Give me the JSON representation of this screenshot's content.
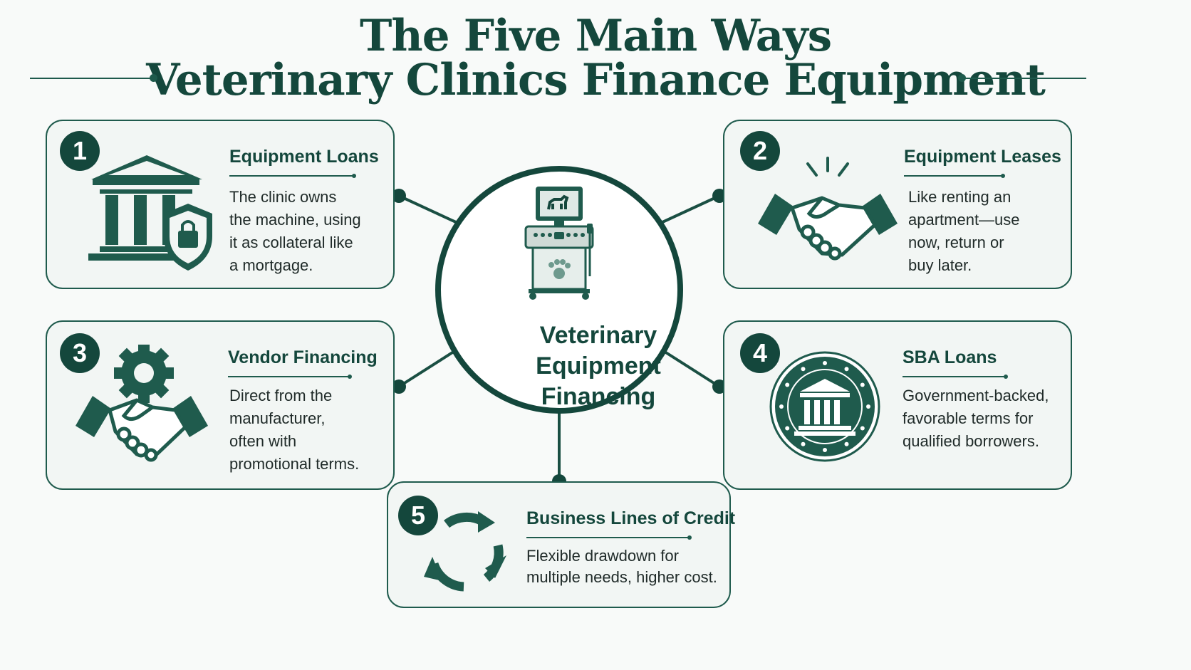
{
  "title": {
    "line1": "The Five Main Ways",
    "line2": "Veterinary Clinics Finance Equipment"
  },
  "center": {
    "label": "Veterinary\nEquipment\nFinancing",
    "icon": "ultrasound-machine-icon"
  },
  "cards": [
    {
      "number": "1",
      "title": "Equipment Loans",
      "description": "The clinic owns\nthe machine, using\nit as collateral like\na mortgage.",
      "icon": "bank-with-lock-shield-icon"
    },
    {
      "number": "2",
      "title": "Equipment Leases",
      "description": "Like renting an\napartment—use\nnow, return or\nbuy later.",
      "icon": "handshake-icon"
    },
    {
      "number": "3",
      "title": "Vendor Financing",
      "description": "Direct from the\nmanufacturer,\noften with\npromotional terms.",
      "icon": "gear-handshake-icon"
    },
    {
      "number": "4",
      "title": "SBA Loans",
      "description": "Government-backed,\nfavorable terms for\nqualified borrowers.",
      "icon": "government-seal-icon"
    },
    {
      "number": "5",
      "title": "Business Lines of Credit",
      "description": "Flexible drawdown for\nmultiple needs, higher cost.",
      "icon": "circular-arrows-icon"
    }
  ],
  "colors": {
    "primary": "#14473c",
    "accent": "#1f5b4d",
    "card_background": "#f2f6f4",
    "page_background": "#f8faf9"
  }
}
